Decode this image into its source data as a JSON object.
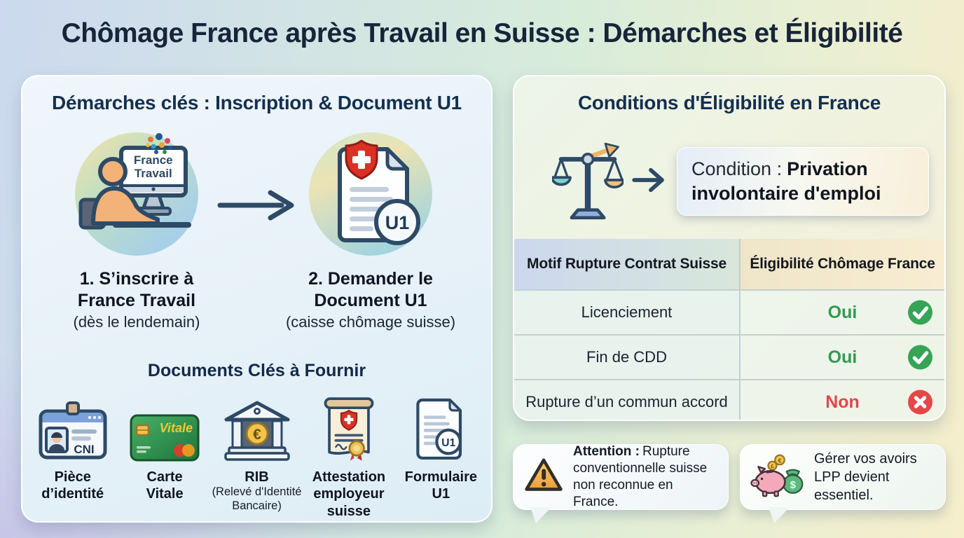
{
  "title": "Chômage France après Travail en Suisse : Démarches et Éligibilité",
  "left_panel": {
    "title": "Démarches clés : Inscription & Document U1",
    "steps": [
      {
        "icon": "person-registering-computer-icon",
        "screen_text": "France\nTravail",
        "label": "1. S’inscrire à\nFrance Travail",
        "note": "(dès le lendemain)"
      },
      {
        "icon": "swiss-document-u1-icon",
        "badge": "U1",
        "label": "2. Demander le\nDocument U1",
        "note": "(caisse chômage suisse)"
      }
    ],
    "documents_title": "Documents Clés à Fournir",
    "documents": [
      {
        "icon": "id-card-icon",
        "icon_text": "CNI",
        "label": "Pièce\nd’identité"
      },
      {
        "icon": "carte-vitale-icon",
        "icon_text": "Vitale",
        "label": "Carte\nVitale"
      },
      {
        "icon": "bank-icon",
        "icon_text": "€",
        "label": "RIB",
        "sublabel": "(Relevé d'Identité\nBancaire)"
      },
      {
        "icon": "swiss-certificate-icon",
        "label": "Attestation\nemployeur\nsuisse"
      },
      {
        "icon": "form-u1-icon",
        "icon_text": "U1",
        "label": "Formulaire\nU1"
      }
    ]
  },
  "right_panel": {
    "title": "Conditions d'Éligibilité en France",
    "condition": {
      "icon": "scales-of-justice-icon",
      "prefix": "Condition :",
      "emphasis": "Privation involontaire d'emploi"
    },
    "table": {
      "headers": [
        "Motif Rupture Contrat Suisse",
        "Éligibilité Chômage France"
      ],
      "rows": [
        {
          "motif": "Licenciement",
          "eligibilite": "Oui",
          "status": "yes"
        },
        {
          "motif": "Fin de CDD",
          "eligibilite": "Oui",
          "status": "yes"
        },
        {
          "motif": "Rupture d’un commun accord",
          "eligibilite": "Non",
          "status": "no"
        }
      ]
    }
  },
  "callouts": {
    "attention": {
      "icon": "warning-triangle-icon",
      "bold": "Attention :",
      "text": "Rupture conventionnelle suisse non reconnue en France."
    },
    "lpp": {
      "icon": "piggy-bank-icon",
      "text": "Gérer vos avoirs LPP devient essentiel.",
      "bag_text": "$",
      "coin_texts": [
        "€",
        "£"
      ]
    }
  },
  "colors": {
    "title_navy": "#172439",
    "outline_navy": "#2d4a66",
    "success_green": "#2e9c50",
    "danger_red": "#e0474c",
    "swiss_red": "#da3125"
  }
}
